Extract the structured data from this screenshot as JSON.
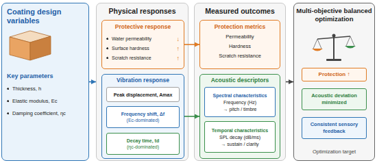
{
  "diagram": {
    "nodes": [
      {
        "text": [
          "Coating design variables",
          "Key parameters",
          "Thickness, h",
          "Elastic modulus, Ec",
          "Damping coefficient, ηc"
        ]
      },
      {
        "text": [
          "Physical responses"
        ]
      },
      {
        "text": [
          "Protective response",
          "Water permeability",
          "↓",
          "Surface hardness",
          "↑",
          "Scratch resistance",
          "↑"
        ],
        "in": 1
      },
      {
        "text": [
          "Vibration response"
        ],
        "in": 1
      },
      {
        "text": [
          "Peak displacement, Amax"
        ],
        "in": 3
      },
      {
        "text": [
          "Frequency shift, Δf",
          "(Ec-dominated)"
        ],
        "in": 3
      },
      {
        "text": [
          "Decay time, td",
          "(ηc-dominated)"
        ],
        "in": 3
      },
      {
        "text": [
          "Measured outcomes"
        ]
      },
      {
        "text": [
          "Protection metrics",
          "Permeability",
          "Hardness",
          "Scratch resistance"
        ],
        "in": 7
      },
      {
        "text": [
          "Acoustic descriptors"
        ],
        "in": 7
      },
      {
        "text": [
          "Spectral characteristics",
          "Frequency (Hz)",
          "→ pitch / timbre"
        ],
        "in": 9
      },
      {
        "text": [
          "Temporal characteristics",
          "SPL decay (dB/ms)",
          "→ sustain / clarity"
        ],
        "in": 9
      },
      {
        "text": [
          "Multi-objective balanced optimization",
          "Optimization target"
        ]
      },
      {
        "text": [
          "Protection ↑"
        ],
        "in": 12
      },
      {
        "text": [
          "Acoustic deviation minimized"
        ],
        "in": 12
      },
      {
        "text": [
          "Consistent sensory feedback"
        ],
        "in": 12
      }
    ],
    "edges": [
      {
        "from": 0,
        "to": 1,
        "arrow": "to"
      },
      {
        "from": 2,
        "to": 8,
        "arrow": "to"
      },
      {
        "from": 3,
        "to": 9,
        "arrow": "to"
      },
      {
        "from": 7,
        "to": 12,
        "arrow": "to"
      }
    ]
  }
}
